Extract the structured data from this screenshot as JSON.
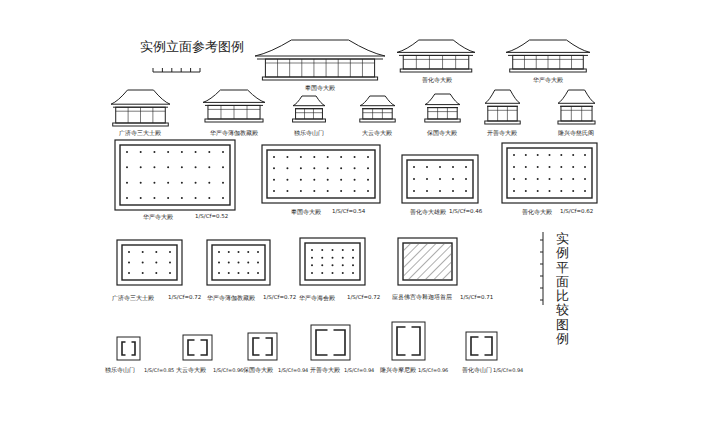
{
  "diagram": {
    "title": "实例立面参考图例",
    "labels": [
      "奉国寺大殿",
      "善化寺大殿",
      "华严寺大殿",
      "广济寺三大士殿",
      "华严寺薄伽教藏殿",
      "独乐寺山门",
      "大云寺大殿",
      "保国寺大殿",
      "开善寺大殿",
      "隆兴寺慈氏阁",
      "华严寺大殿",
      "1/S/Cf=0.52",
      "奉国寺大殿",
      "1/S/Cf=0.54",
      "善化寺大雄殿",
      "1/S/Cf=0.46",
      "善化寺大殿",
      "1/S/Cf=0.62",
      "广济寺三大士殿",
      "1/S/Cf=0.72",
      "华严寺薄伽教藏殿",
      "1/S/Cf=0.72",
      "华严寺海会殿",
      "1/S/Cf=0.72",
      "应县佛宫寺释迦塔首层",
      "1/S/Cf=0.71",
      "独乐寺山门",
      "1/S/Cf=0.85",
      "大云寺大殿",
      "1/S/Cf=0.96",
      "保国寺大殿",
      "1/S/Cf=0.94",
      "开善寺大殿",
      "1/S/Cf=0.94",
      "隆兴寺摩尼殿",
      "1/S/Cf=0.96",
      "善化寺山门",
      "1/S/Cf=0.94",
      "实例平面比较图例"
    ]
  }
}
